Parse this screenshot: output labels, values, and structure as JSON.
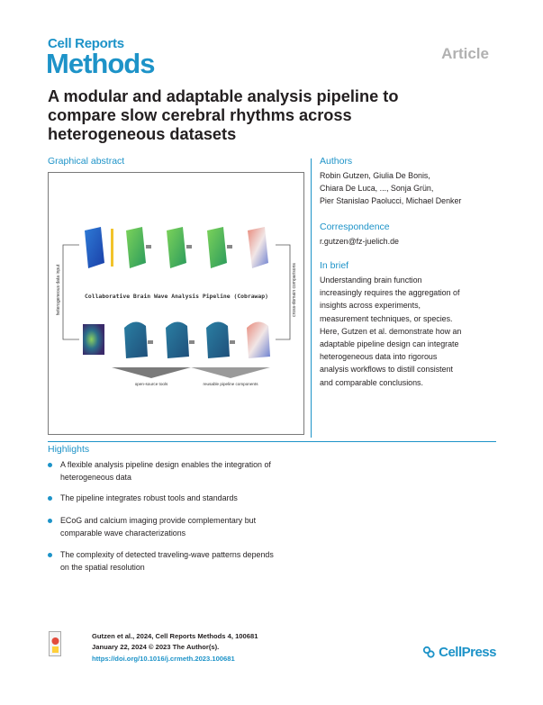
{
  "header": {
    "brand_top": "Cell Reports",
    "brand_bottom": "Methods",
    "article_type": "Article"
  },
  "title": "A modular and adaptable analysis pipeline to compare slow cerebral rhythms across heterogeneous datasets",
  "graphical_abstract": {
    "heading": "Graphical abstract",
    "pipeline_label": "Collaborative Brain Wave Analysis Pipeline (Cobrawap)",
    "left_label": "heterogeneous data input",
    "right_label": "cross-domain comparisons",
    "bottom_left": "open-source tools",
    "bottom_right": "reusable pipeline components"
  },
  "authors": {
    "heading": "Authors",
    "lines": [
      "Robin Gutzen, Giulia De Bonis,",
      "Chiara De Luca, ..., Sonja Grün,",
      "Pier Stanislao Paolucci, Michael Denker"
    ]
  },
  "correspondence": {
    "heading": "Correspondence",
    "email": "r.gutzen@fz-juelich.de"
  },
  "in_brief": {
    "heading": "In brief",
    "lines": [
      "Understanding brain function",
      "increasingly requires the aggregation of",
      "insights across experiments,",
      "measurement techniques, or species.",
      "Here, Gutzen et al. demonstrate how an",
      "adaptable pipeline design can integrate",
      "heterogeneous data into rigorous",
      "analysis workflows to distill consistent",
      "and comparable conclusions."
    ]
  },
  "highlights": {
    "heading": "Highlights",
    "items": [
      {
        "l1": "A flexible analysis pipeline design enables the integration of",
        "l2": "heterogeneous data"
      },
      {
        "l1": "The pipeline integrates robust tools and standards",
        "l2": ""
      },
      {
        "l1": "ECoG and calcium imaging provide complementary but",
        "l2": "comparable wave characterizations"
      },
      {
        "l1": "The complexity of detected traveling-wave patterns depends",
        "l2": "on the spatial resolution"
      }
    ]
  },
  "footer": {
    "line1": "Gutzen et al., 2024, Cell Reports Methods 4, 100681",
    "line2": "January 22, 2024 © 2023 The Author(s).",
    "doi": "https://doi.org/10.1016/j.crmeth.2023.100681",
    "publisher": "CellPress"
  },
  "colors": {
    "accent": "#1d93c8",
    "text": "#231f20",
    "article_grey": "#b1b1b1"
  }
}
